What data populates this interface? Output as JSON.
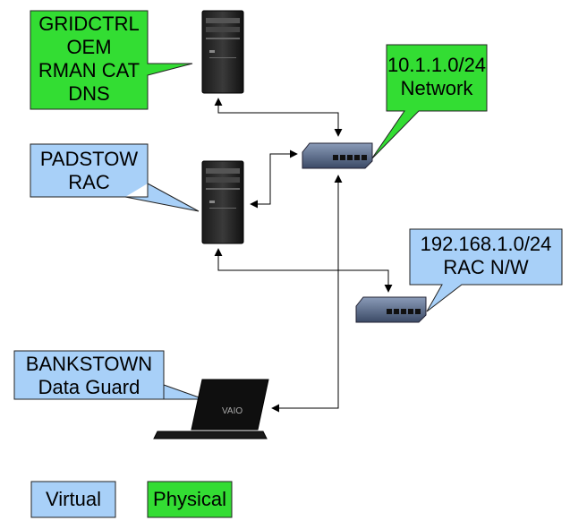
{
  "callouts": {
    "physical_server": {
      "lines": [
        "GRIDCTRL",
        "OEM",
        "RMAN CAT",
        "DNS"
      ],
      "fill": "#33dd33"
    },
    "public_network": {
      "lines": [
        "10.1.1.0/24",
        "Network"
      ],
      "fill": "#33dd33"
    },
    "rac_server": {
      "lines": [
        "PADSTOW",
        "RAC"
      ],
      "fill": "#a8d0f8"
    },
    "rac_network": {
      "lines": [
        "192.168.1.0/24",
        "RAC N/W"
      ],
      "fill": "#a8d0f8"
    },
    "dataguard_laptop": {
      "lines": [
        "BANKSTOWN",
        "Data Guard"
      ],
      "fill": "#a8d0f8"
    }
  },
  "legend": {
    "virtual": {
      "label": "Virtual",
      "fill": "#a8d0f8"
    },
    "physical": {
      "label": "Physical",
      "fill": "#33dd33"
    }
  },
  "devices": {
    "tower_icon": "tower-pc-icon",
    "switch_icon": "network-switch-icon",
    "laptop_icon": "laptop-icon",
    "laptop_brand": "VAIO"
  }
}
